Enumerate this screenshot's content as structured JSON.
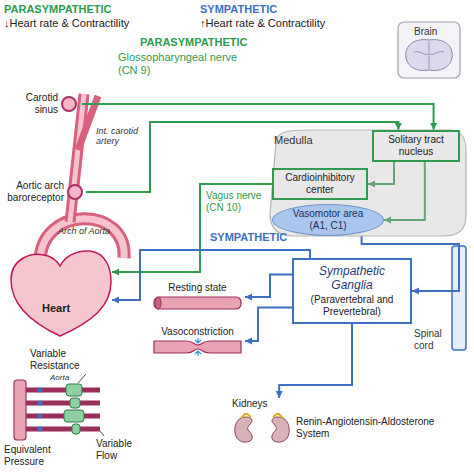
{
  "diagram": {
    "nodes": [
      {
        "text": [
          "Carotid sinus"
        ]
      },
      {
        "text": [
          "Aortic arch baroreceptor"
        ]
      },
      {
        "text": [
          "Medulla"
        ]
      },
      {
        "text": [
          "Solitary tract nucleus"
        ],
        "in": 2
      },
      {
        "text": [
          "Cardioinhibitory center"
        ],
        "in": 2
      },
      {
        "text": [
          "Vasomotor area (A1, C1)"
        ],
        "in": 2
      },
      {
        "text": [
          "Heart"
        ]
      },
      {
        "text": [
          "Sympathetic Ganglia",
          "(Paravertebral and Prevertebral)"
        ]
      },
      {
        "text": [
          "Resting state"
        ]
      },
      {
        "text": [
          "Vasoconstriction"
        ]
      },
      {
        "text": [
          "Kidneys",
          "Renin-Angiotensin-Aldosterone System"
        ]
      }
    ],
    "edges": [
      {
        "from": 0,
        "to": 3,
        "label": "Glossopharyngeal nerve (CN 9)",
        "arrow": "to"
      },
      {
        "from": 1,
        "to": 3,
        "arrow": "to"
      },
      {
        "from": 3,
        "to": 4,
        "arrow": "to"
      },
      {
        "from": 3,
        "to": 5,
        "arrow": "to"
      },
      {
        "from": 4,
        "to": 6,
        "label": "Vagus nerve (CN 10)",
        "arrow": "to"
      },
      {
        "from": 5,
        "to": 7,
        "arrow": "to"
      },
      {
        "from": 7,
        "to": 6,
        "arrow": "to"
      },
      {
        "from": 7,
        "to": 8,
        "arrow": "to"
      },
      {
        "from": 7,
        "to": 9,
        "arrow": "to"
      },
      {
        "from": 7,
        "to": 10,
        "arrow": "to"
      }
    ],
    "labels": [
      "PARASYMPATHETIC",
      "↓Heart rate & Contractility",
      "SYMPATHETIC",
      "↑Heart rate & Contractility",
      "PARASYMPATHETIC",
      "Brain",
      "Int. carotid artery",
      "Arch of Aorta",
      "SYMPATHETIC",
      "Spinal cord",
      "Variable Resistance",
      "Aorta",
      "Equivalent Pressure",
      "Variable Flow"
    ]
  }
}
